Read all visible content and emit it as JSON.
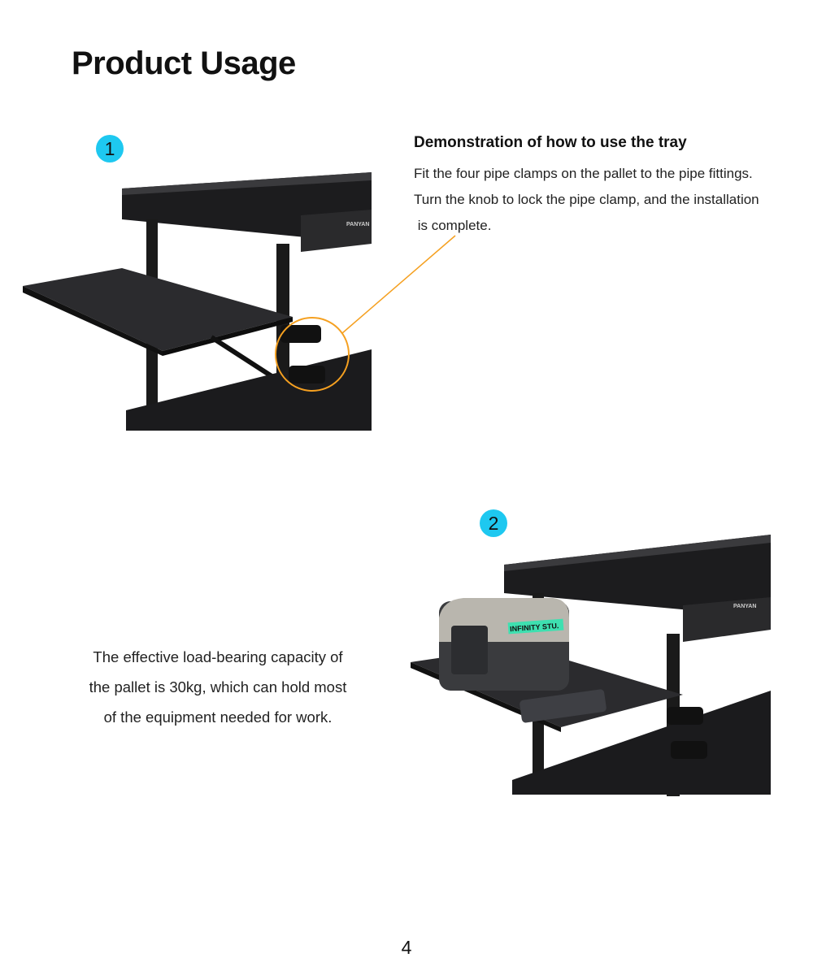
{
  "page_title": "Product Usage",
  "steps": [
    {
      "number": "1",
      "heading": "Demonstration of how to use the tray",
      "lines": [
        "Fit the four pipe clamps on the pallet to the pipe fittings.",
        "Turn the knob to lock the pipe clamp, and the installation",
        " is complete."
      ]
    },
    {
      "number": "2",
      "lines": [
        "The effective load-bearing capacity of",
        "the pallet is 30kg, which can hold most",
        "of the equipment needed for work."
      ]
    }
  ],
  "photo_labels": {
    "brand": "PANYAN",
    "device": "INFINITY STU."
  },
  "page_number": "4",
  "colors": {
    "badge": "#1ec8f0",
    "callout": "#f5a020"
  }
}
